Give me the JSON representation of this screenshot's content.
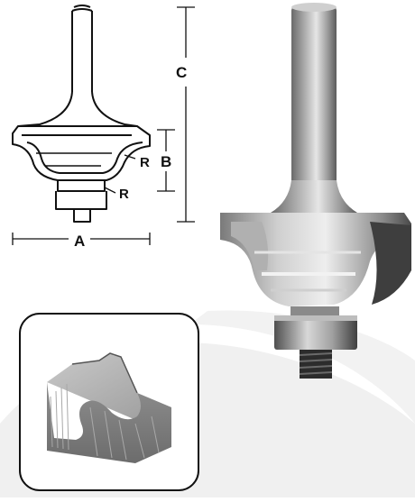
{
  "diagram": {
    "labels": {
      "a": "A",
      "b": "B",
      "c": "C",
      "r_upper": "R",
      "r_lower": "R"
    }
  },
  "colors": {
    "line": "#111111",
    "background_swoosh": "#eeeeee",
    "steel_dark": "#5a5a5a",
    "steel_mid": "#9a9a9a",
    "steel_light": "#dcdcdc",
    "wood": "#8c8c8c"
  },
  "icons": {
    "profile": "router-bit-profile-diagram",
    "photo": "router-bit-photo",
    "sample": "molding-profile-sample"
  }
}
